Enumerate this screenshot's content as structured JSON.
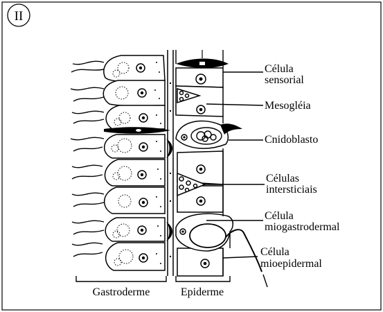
{
  "panel_number": "II",
  "labels": {
    "celula_sensorial_1": "Célula",
    "celula_sensorial_2": "sensorial",
    "mesogleia": "Mesogléia",
    "cnidoblasto": "Cnidoblasto",
    "celulas_intersticiais_1": "Células",
    "celulas_intersticiais_2": "intersticiais",
    "celula_miogastrodermal_1": "Célula",
    "celula_miogastrodermal_2": "miogastrodermal",
    "celula_mioepidermal_1": "Célula",
    "celula_mioepidermal_2": "mioepidermal"
  },
  "layers": {
    "gastroderme": "Gastroderme",
    "epiderme": "Epiderme"
  }
}
